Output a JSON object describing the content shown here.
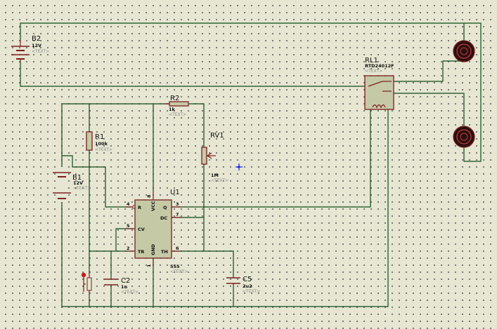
{
  "components": {
    "b2": {
      "ref": "B2",
      "value": "12V",
      "placeholder": "<TEXT>"
    },
    "rl1": {
      "ref": "RL1",
      "value": "RTD24012F",
      "placeholder": "<TEXT>"
    },
    "r2": {
      "ref": "R2",
      "value": "1k",
      "placeholder": "<TEXT>"
    },
    "r1": {
      "ref": "R1",
      "value": "100k",
      "placeholder": "<TEXT>"
    },
    "rv1": {
      "ref": "RV1",
      "value": "1M",
      "placeholder": "<TEXT>"
    },
    "b1": {
      "ref": "B1",
      "value": "12V",
      "placeholder": "<TEXT>"
    },
    "u1": {
      "ref": "U1",
      "value": "555",
      "placeholder": "<TEXT>",
      "pins": {
        "r": "R",
        "q": "Q",
        "dc": "DC",
        "cv": "CV",
        "tr": "TR",
        "th": "TH",
        "vcc": "VCC",
        "gnd": "GND",
        "n4": "4",
        "n3": "3",
        "n7": "7",
        "n5": "5",
        "n2": "2",
        "n6": "6",
        "n8": "8",
        "n1": "1"
      }
    },
    "c2": {
      "ref": "C2",
      "value": "1u",
      "placeholder": "<TEXT>"
    },
    "c5": {
      "ref": "C5",
      "value": "2u2",
      "placeholder": "<TEXT>"
    }
  },
  "colors": {
    "background": "#e6e6d2",
    "wire": "#0f4a1a",
    "component": "#7a1f1f",
    "body": "#c6c9a6",
    "probe": "#1a1aff"
  }
}
